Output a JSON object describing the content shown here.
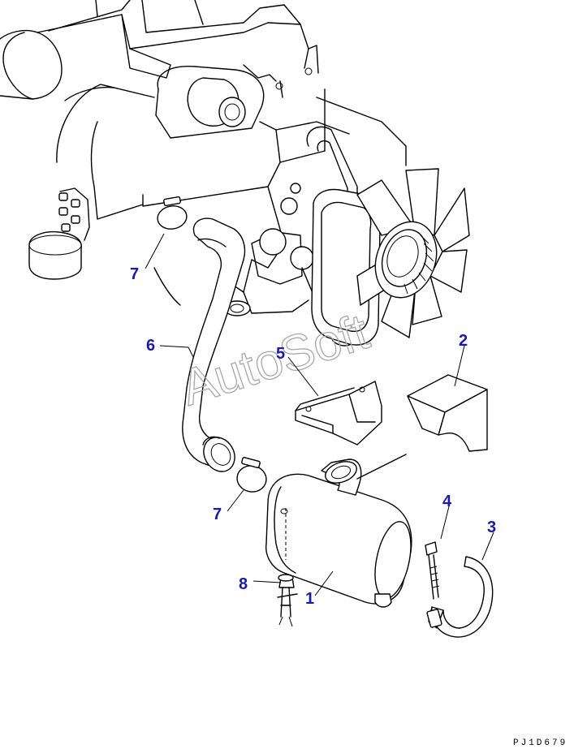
{
  "watermark": "AutoSoft",
  "drawing_code": "PJ1D679",
  "callouts": [
    {
      "id": "1",
      "label": "1",
      "part": "air-cleaner"
    },
    {
      "id": "2",
      "label": "2",
      "part": "bracket"
    },
    {
      "id": "3",
      "label": "3",
      "part": "band"
    },
    {
      "id": "4",
      "label": "4",
      "part": "bolt"
    },
    {
      "id": "5",
      "label": "5",
      "part": "bracket-plate"
    },
    {
      "id": "6",
      "label": "6",
      "part": "intake-hose"
    },
    {
      "id": "7a",
      "label": "7",
      "part": "hose-clamp-upper"
    },
    {
      "id": "7b",
      "label": "7",
      "part": "hose-clamp-lower"
    },
    {
      "id": "8",
      "label": "8",
      "part": "dust-indicator"
    }
  ]
}
